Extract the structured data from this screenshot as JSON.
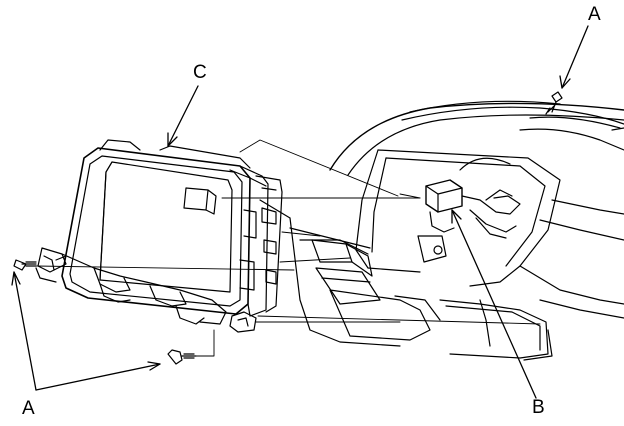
{
  "callouts": {
    "a_top": "A",
    "c": "C",
    "a_bottom": "A",
    "b": "B"
  },
  "parts": {
    "a": "screw",
    "b": "connector",
    "c": "display-panel"
  },
  "colors": {
    "line": "#000000",
    "background": "#ffffff"
  }
}
